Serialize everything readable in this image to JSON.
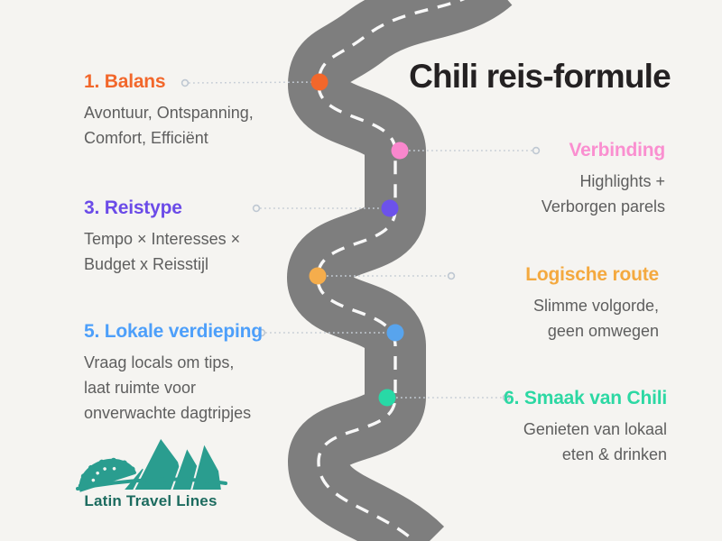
{
  "title": "Chili reis-formule",
  "road": {
    "color": "#7E7E7E",
    "dash_color": "#FFFFFF"
  },
  "leader_color": "#C6CDD6",
  "background_color": "#F5F4F1",
  "items": [
    {
      "title": "1. Balans",
      "body": "Avontuur, Ontspanning,\nComfort, Efficiënt",
      "color": "#F2672B",
      "dot_color": "#F2672B",
      "side": "left"
    },
    {
      "title": "Verbinding",
      "body": "Highlights +\nVerborgen parels",
      "color": "#FA8FD0",
      "dot_color": "#F987CD",
      "side": "right"
    },
    {
      "title": "3. Reistype",
      "body": "Tempo × Interesses ×\nBudget x Reisstijl",
      "color": "#6B4BE8",
      "dot_color": "#6C52EA",
      "side": "left"
    },
    {
      "title": "Logische route",
      "body": "Slimme volgorde,\ngeen omwegen",
      "color": "#F4A93F",
      "dot_color": "#F5AD4C",
      "side": "right"
    },
    {
      "title": "5. Lokale verdieping",
      "body": "Vraag locals om tips,\nlaat ruimte voor\nonverwachte dagtripjes",
      "color": "#4D9FFA",
      "dot_color": "#58A4ED",
      "side": "left"
    },
    {
      "title": "6. Smaak van Chili",
      "body": "Genieten van lokaal\neten & drinken",
      "color": "#2CD8A3",
      "dot_color": "#28D9A6",
      "side": "right"
    }
  ],
  "logo": {
    "text": "Latin Travel Lines",
    "graphic_color": "#2A9D8F",
    "text_color": "#1C6B5F"
  }
}
